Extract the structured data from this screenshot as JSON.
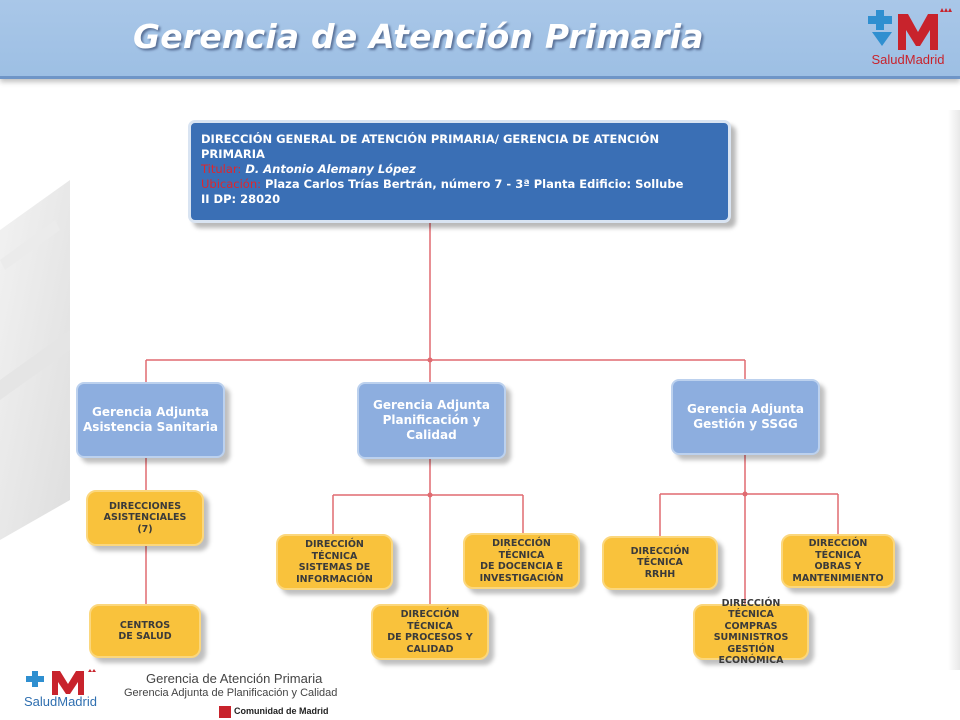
{
  "header": {
    "title": "Gerencia de Atención Primaria",
    "logo_text": "SaludMadrid"
  },
  "main": {
    "line1": "DIRECCIÓN GENERAL DE ATENCIÓN PRIMARIA/ GERENCIA DE ATENCIÓN",
    "line2": "PRIMARIA",
    "titular_label": "Titular:",
    "titular_value": "D. Antonio Alemany López",
    "ubicacion_label": "Ubicación:",
    "ubicacion_value": "Plaza Carlos Trías Bertrán, número 7 - 3ª Planta Edificio: Sollube",
    "cp": "II DP: 28020"
  },
  "gerencias": [
    {
      "line1": "Gerencia Adjunta",
      "line2": "Asistencia Sanitaria"
    },
    {
      "line1": "Gerencia Adjunta",
      "line2": "Planificación y Calidad"
    },
    {
      "line1": "Gerencia Adjunta",
      "line2": "Gestión y SSGG"
    }
  ],
  "units": {
    "direcciones_asistenciales": [
      "DIRECCIONES",
      "ASISTENCIALES",
      "(7)"
    ],
    "centros_salud": [
      "CENTROS",
      "DE SALUD"
    ],
    "dt_sistemas": [
      "DIRECCIÓN TÉCNICA",
      "SISTEMAS DE",
      "INFORMACIÓN"
    ],
    "dt_procesos": [
      "DIRECCIÓN TÉCNICA",
      "DE PROCESOS Y",
      "CALIDAD"
    ],
    "dt_docencia": [
      "DIRECCIÓN TÉCNICA",
      "DE DOCENCIA E",
      "INVESTIGACIÓN"
    ],
    "dt_rrhh": [
      "DIRECCIÓN TÉCNICA",
      "RRHH"
    ],
    "dt_compras": [
      "DIRECCIÓN TÉCNICA",
      "COMPRAS SUMINISTROS",
      "GESTIÓN ECONÓMICA"
    ],
    "dt_obras": [
      "DIRECCIÓN TÉCNICA",
      "OBRAS Y",
      "MANTENIMIENTO"
    ]
  },
  "footer": {
    "logo_text": "SaludMadrid",
    "line1": "Gerencia de Atención Primaria",
    "line2": "Gerencia Adjunta de Planificación y Calidad",
    "community": "Comunidad de Madrid"
  },
  "colors": {
    "header_bg": "#a9c7e8",
    "main_box": "#3a6fb5",
    "gerencia_box": "#8daedf",
    "unit_box": "#f9c23c",
    "connector": "#e06a70",
    "brand_red": "#c8232c"
  }
}
